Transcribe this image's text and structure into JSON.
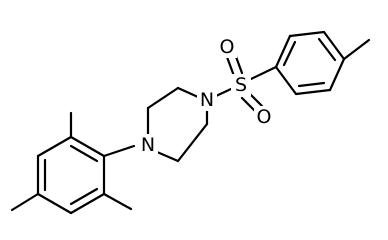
{
  "diagram": {
    "type": "skeletal-structure",
    "atom_labels": {
      "nitrogen_1": "N",
      "nitrogen_2": "N",
      "sulfur": "S",
      "oxygen_top": "O",
      "oxygen_bottom": "O"
    },
    "colors": {
      "bond": "#000000",
      "label": "#000000",
      "background": "#ffffff"
    }
  }
}
